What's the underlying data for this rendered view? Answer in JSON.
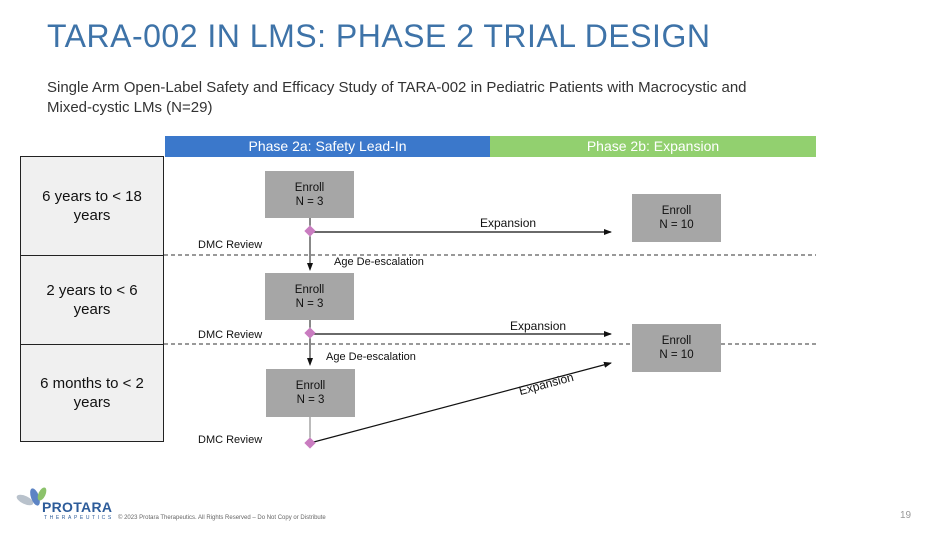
{
  "slide": {
    "title": "TARA-002 IN LMS: PHASE 2 TRIAL DESIGN",
    "subtitle": "Single Arm Open-Label Safety and Efficacy Study of TARA-002 in Pediatric Patients with Macrocystic and Mixed-cystic LMs (N=29)",
    "page_number": "19"
  },
  "phases": [
    {
      "label": "Phase 2a: Safety Lead-In",
      "color": "#3b78cb"
    },
    {
      "label": "Phase 2b: Expansion",
      "color": "#92d06f"
    }
  ],
  "age_groups": [
    {
      "label": "6 years to < 18 years"
    },
    {
      "label": "2 years to < 6 years"
    },
    {
      "label": "6 months to < 2 years"
    }
  ],
  "lead_in": [
    {
      "line1": "Enroll",
      "line2": "N = 3",
      "review": "DMC Review",
      "deescalation": "Age De-escalation",
      "expansion": "Expansion"
    },
    {
      "line1": "Enroll",
      "line2": "N = 3",
      "review": "DMC Review",
      "deescalation": "Age De-escalation",
      "expansion": "Expansion"
    },
    {
      "line1": "Enroll",
      "line2": "N = 3",
      "review": "DMC Review",
      "expansion": "Expansion"
    }
  ],
  "expansion_cohorts": [
    {
      "line1": "Enroll",
      "line2": "N = 10"
    },
    {
      "line1": "Enroll",
      "line2": "N = 10"
    }
  ],
  "colors": {
    "title": "#3e73a8",
    "enroll_box": "#a6a6a6",
    "diamond": "#c97cc0"
  },
  "footer": {
    "logo_name": "PROTARA",
    "logo_sub": "THERAPEUTICS",
    "copyright": "© 2023 Protara Therapeutics. All Rights Reserved – Do Not Copy or Distribute"
  }
}
